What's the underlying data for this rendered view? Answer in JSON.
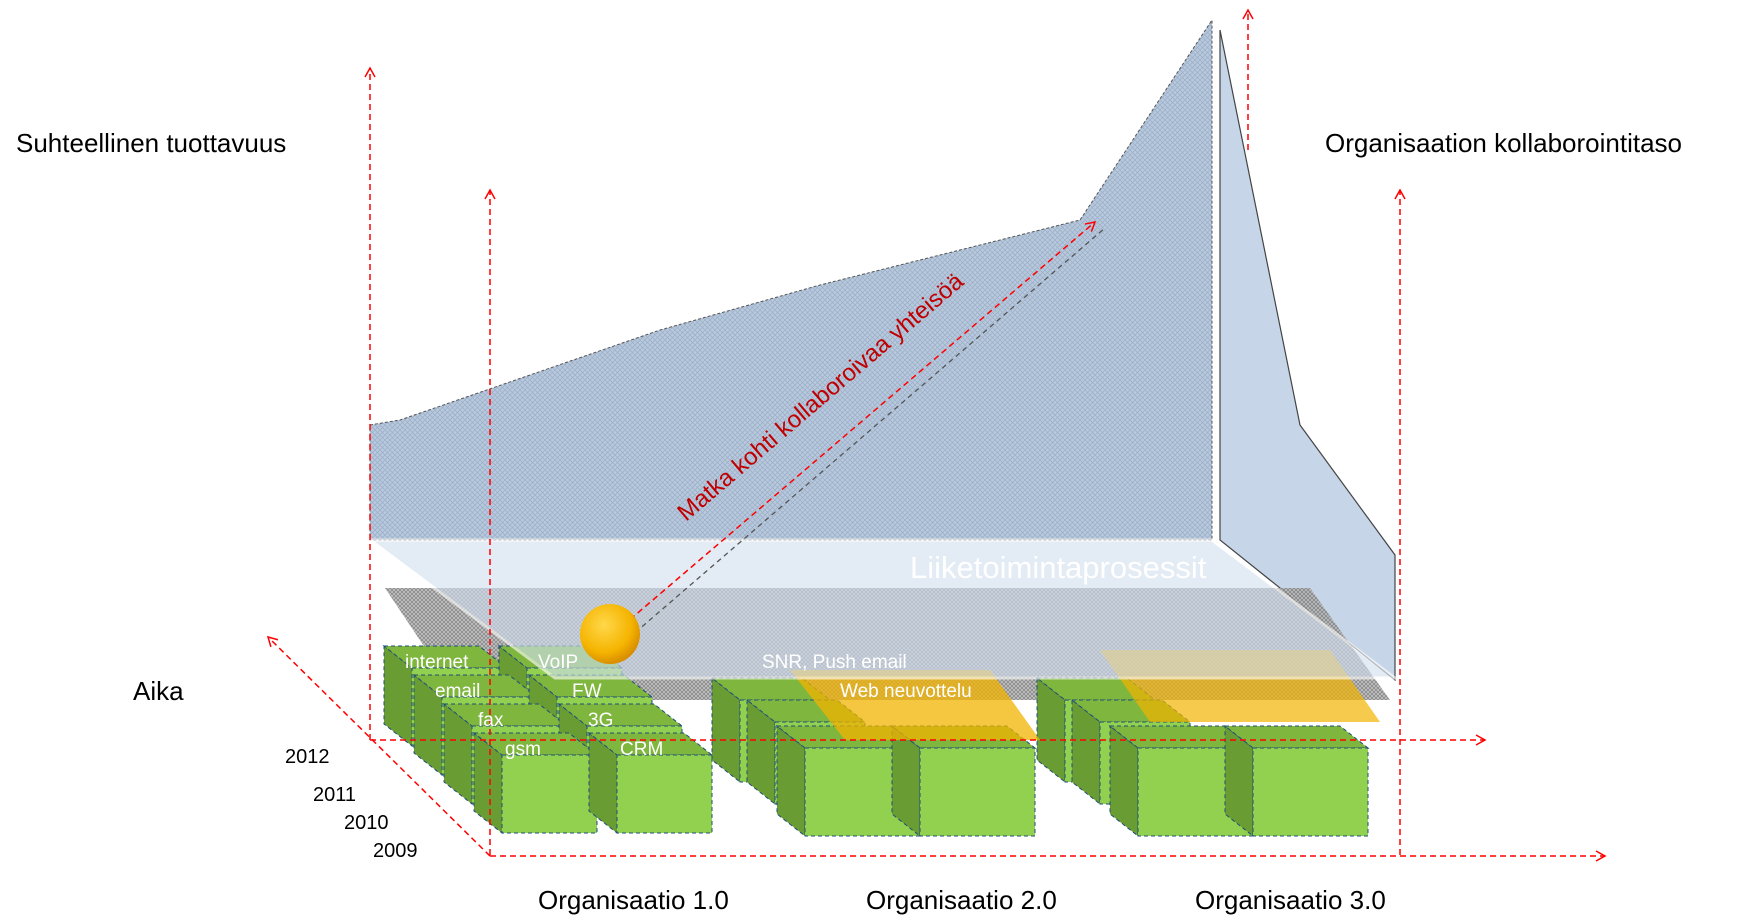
{
  "labels": {
    "productivity_axis": "Suhteellinen tuottavuus",
    "collaboration_axis": "Organisaation kollaborointitaso",
    "time_axis": "Aika",
    "journey": "Matka kohti kollaboroivaa yhteisöä",
    "business_processes": "Liiketoimintaprosessit"
  },
  "years": [
    "2012",
    "2011",
    "2010",
    "2009"
  ],
  "organizations": [
    "Organisaatio 1.0",
    "Organisaatio 2.0",
    "Organisaatio 3.0"
  ],
  "technologies": {
    "internet": "internet",
    "email": "email",
    "fax": "fax",
    "gsm": "gsm",
    "voip": "VoIP",
    "fw": "FW",
    "g3": "3G",
    "crm": "CRM",
    "snr": "SNR, Push email",
    "web": "Web neuvottelu"
  },
  "colors": {
    "axis": "#ff0000",
    "cube_front": "#92d050",
    "cube_side": "#6a9c34",
    "wall": "#c6d5e8",
    "journey_text": "#c00000",
    "ball": "#f5b400"
  }
}
